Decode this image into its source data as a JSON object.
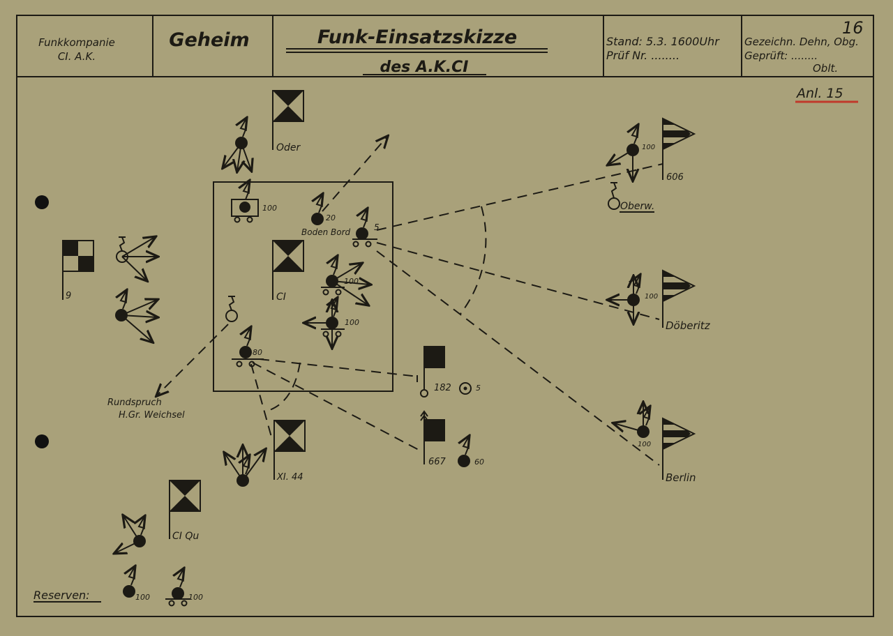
{
  "header": {
    "unit_line1": "Funkkompanie",
    "unit_line2": "CI. A.K.",
    "classification": "Geheim",
    "title_line1": "Funk-Einsatzskizze",
    "title_line2": "des A.K.CI",
    "stand": "Stand: 5.3. 1600Uhr",
    "pruef_nr": "Prüf Nr. ........",
    "gezeichnet": "Gezeichn. Dehn, Obg.",
    "geprueft": "Geprüft: ........",
    "signature_rank": "Oblt.",
    "page_number": "16",
    "annex": "Anl. 15"
  },
  "colors": {
    "paper": "#a9a17a",
    "ink": "#1c1a14",
    "annex_underline": "#c0392b"
  },
  "flags": {
    "oder": "Oder",
    "nine": "9",
    "ci": "CI",
    "xi44": "XI. 44",
    "ci_qu": "CI Qu",
    "f667": "667",
    "f182": "182",
    "f606": "606",
    "doeberitz": "Döberitz",
    "berlin": "Berlin"
  },
  "stations": {
    "box_100": "100",
    "s20": "20",
    "boden_bord": "Boden Bord",
    "s5": "5",
    "ci_100a": "100",
    "ci_100b": "100",
    "s80": "80",
    "s5b": "5",
    "s60": "60",
    "s606_100": "100",
    "oberw": "Oberw.",
    "doeb_100": "100",
    "berlin_100": "100"
  },
  "rundspruch": {
    "line1": "Rundspruch",
    "line2": "H.Gr. Weichsel"
  },
  "reserves": {
    "label": "Reserven:",
    "r1": "100",
    "r2": "100"
  }
}
